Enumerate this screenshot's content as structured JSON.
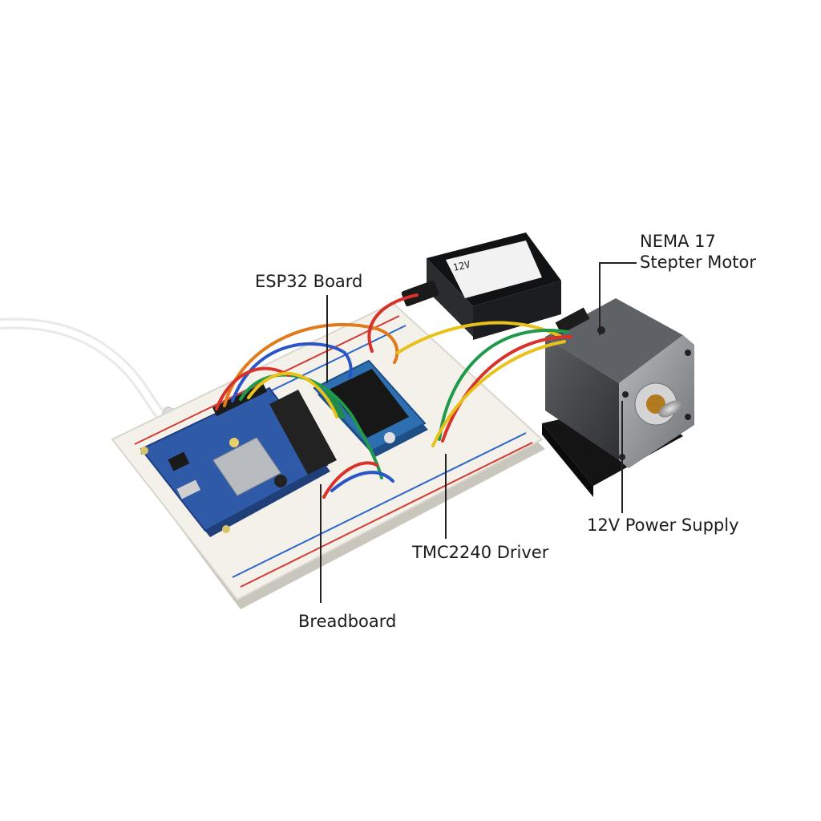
{
  "labels": {
    "esp32": "ESP32 Board",
    "motor_line1": "NEMA 17",
    "motor_line2": "Stepter Motor",
    "power": "12V Power Supply",
    "driver": "TMC2240 Driver",
    "breadboard": "Breadboard"
  },
  "psu_label": {
    "line1": "12V",
    "line2": ""
  },
  "wire_colors": {
    "yellow": "#e8c21a",
    "red": "#d8322a",
    "blue": "#2a55c8",
    "green": "#1f9a4a",
    "orange": "#e07a1a"
  },
  "component_colors": {
    "esp32_board": "#2f5aa8",
    "driver_board": "#2d6fb0",
    "breadboard": "#f1efe7",
    "motor_body": "#4a4d50",
    "psu_case": "#1e1f21"
  },
  "icons": {
    "usb_cable": "usb-cable",
    "stepper_motor": "stepper-motor",
    "power_supply": "power-supply"
  }
}
